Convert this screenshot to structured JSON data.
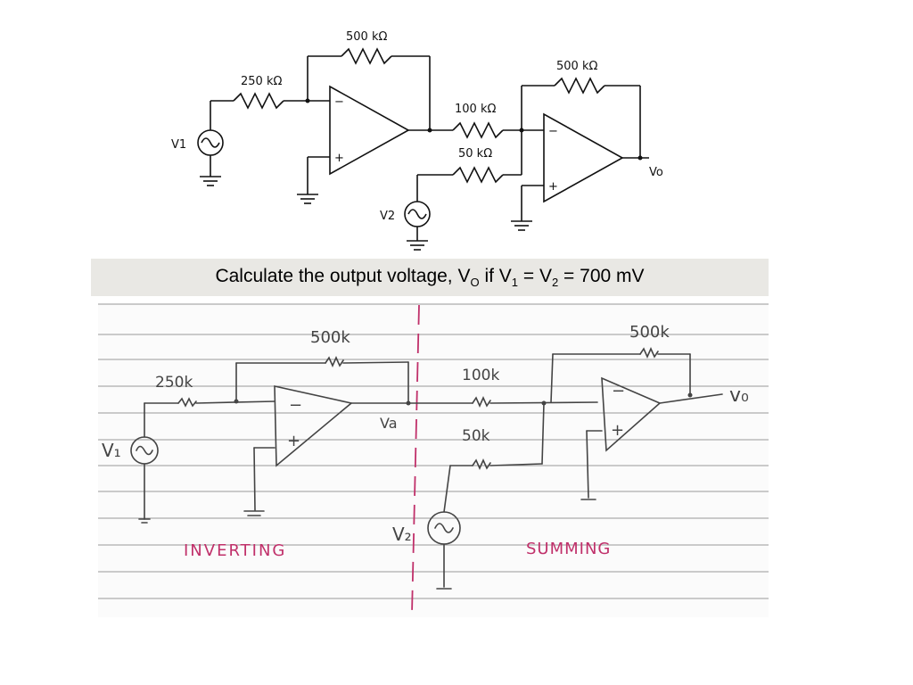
{
  "top_circuit": {
    "r_feedback1": "500 kΩ",
    "r_input1": "250 kΩ",
    "r_sum1": "100 kΩ",
    "r_sum2": "50 kΩ",
    "r_feedback2": "500 kΩ",
    "source1": "V1",
    "source2": "V2",
    "output": "Vo",
    "minus": "−",
    "plus": "+"
  },
  "question": {
    "prefix": "Calculate the output voltage, V",
    "vo_sub": "O",
    "mid1": " if V",
    "v1_sub": "1",
    "mid2": " = V",
    "v2_sub": "2",
    "suffix": " = 700 mV"
  },
  "notes": {
    "r_feedback1": "500k",
    "r_input1": "250k",
    "r_sum1": "100k",
    "r_sum2": "50k",
    "r_feedback2": "500k",
    "source1": "V₁",
    "source2": "V₂",
    "node_label": "Va",
    "output": "v₀",
    "stage1": "INVERTING",
    "stage2": "SUMMING",
    "minus": "−",
    "plus": "+"
  },
  "colors": {
    "annotation": "#c0306a",
    "pencil": "#444444",
    "ink": "#111111"
  }
}
